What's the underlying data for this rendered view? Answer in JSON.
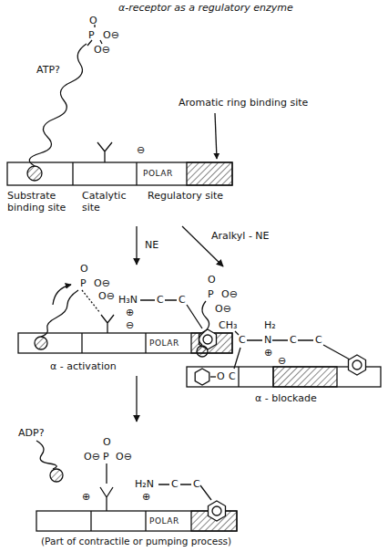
{
  "diagram": {
    "title": "α-receptor as a regulatory enzyme",
    "nodes": [
      {
        "text": [
          "POLAR"
        ]
      },
      {
        "text": [
          "POLAR",
          "α - activation"
        ]
      },
      {
        "text": [
          "α - blockade"
        ]
      },
      {
        "text": [
          "POLAR"
        ]
      }
    ],
    "edges": [
      {
        "from": 0,
        "to": 1,
        "label": "NE",
        "arrow": "to"
      },
      {
        "from": 0,
        "to": 2,
        "label": "Aralkyl - NE",
        "arrow": "to"
      },
      {
        "from": 1,
        "to": 3,
        "arrow": "to"
      }
    ],
    "labels": [
      "ATP?",
      "O",
      "P",
      "O⊖",
      "O⊖",
      "Aromatic ring binding site",
      "⊖",
      "Substrate binding site",
      "Catalytic site",
      "Regulatory site",
      "O",
      "P",
      "O⊖",
      "O⊖",
      "H₃N",
      "⊕",
      "C",
      "C",
      "⊖",
      "O",
      "P",
      "O⊖",
      "O⊖",
      "CH₃",
      "H₂",
      "C",
      "N",
      "⊕",
      "⊖",
      "C",
      "C",
      "O",
      "C",
      "ADP?",
      "O",
      "O⊖",
      "P",
      "O⊖",
      "⊕",
      "H₂N",
      "⊕",
      "C",
      "C",
      "(Part of contractile or pumping process)"
    ]
  }
}
